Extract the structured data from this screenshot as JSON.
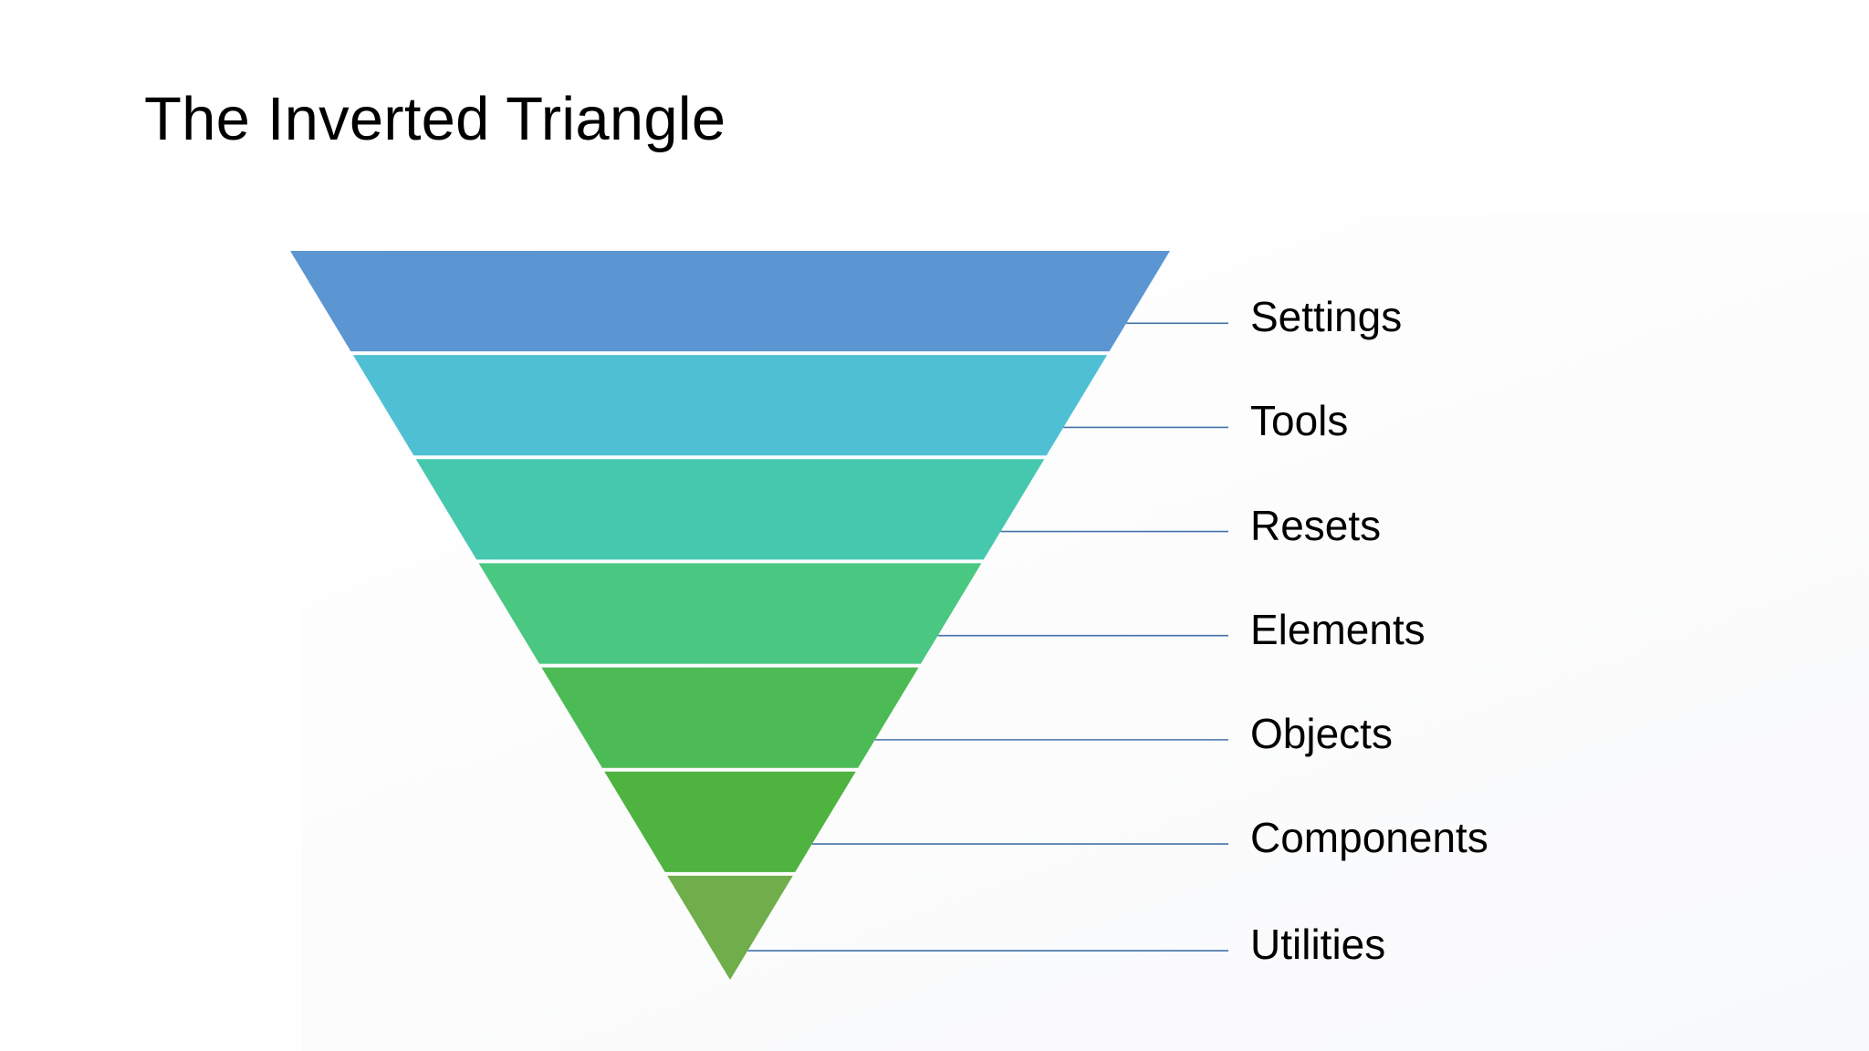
{
  "slide": {
    "title": "The Inverted Triangle",
    "background_color": "#ffffff",
    "text_color": "#000000"
  },
  "chart_data": {
    "type": "funnel",
    "title": "The Inverted Triangle",
    "orientation": "inverted-triangle",
    "leader_line_color": "#4472a8",
    "band_gap_color": "#ffffff",
    "categories": [
      "Settings",
      "Tools",
      "Resets",
      "Elements",
      "Objects",
      "Components",
      "Utilities"
    ],
    "levels": [
      {
        "index": 1,
        "label": "Settings",
        "color": "#5b96d2",
        "top_width_pct": 100.0,
        "bottom_width_pct": 85.7
      },
      {
        "index": 2,
        "label": "Tools",
        "color": "#4fc0d4",
        "top_width_pct": 85.7,
        "bottom_width_pct": 71.4
      },
      {
        "index": 3,
        "label": "Resets",
        "color": "#46c8ae",
        "top_width_pct": 71.4,
        "bottom_width_pct": 57.1
      },
      {
        "index": 4,
        "label": "Elements",
        "color": "#4ac882",
        "top_width_pct": 57.1,
        "bottom_width_pct": 42.9
      },
      {
        "index": 5,
        "label": "Objects",
        "color": "#4cbb55",
        "top_width_pct": 42.9,
        "bottom_width_pct": 28.6
      },
      {
        "index": 6,
        "label": "Components",
        "color": "#4eb33f",
        "top_width_pct": 28.6,
        "bottom_width_pct": 14.3
      },
      {
        "index": 7,
        "label": "Utilities",
        "color": "#6fae4a",
        "top_width_pct": 14.3,
        "bottom_width_pct": 0.0
      }
    ],
    "xlabel": "",
    "ylabel": "",
    "legend": "right-side leader labels",
    "grid": false
  }
}
